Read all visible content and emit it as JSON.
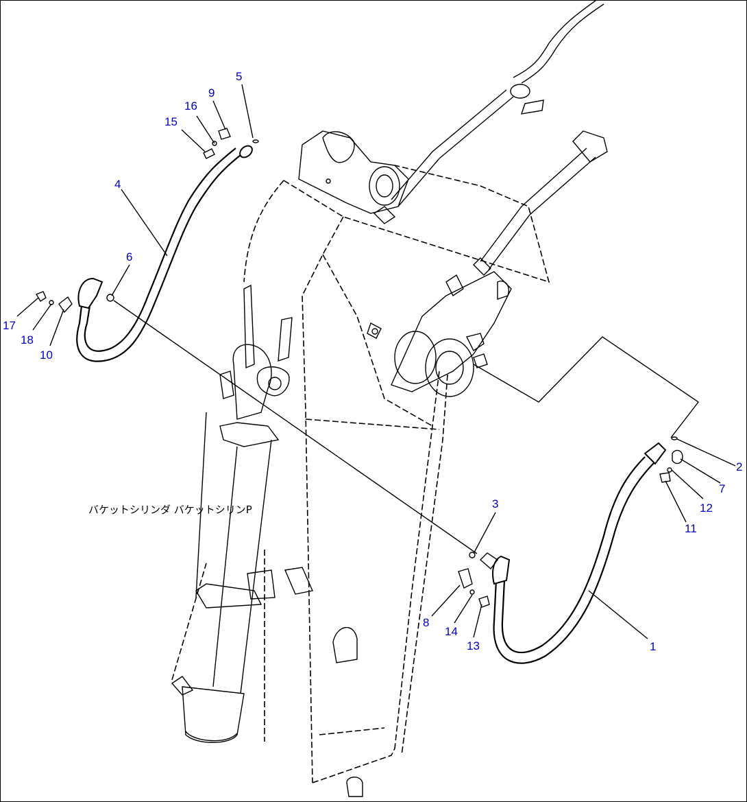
{
  "diagram": {
    "bucket_cylinder_label": "バケットシリンダ  バケットシリンP",
    "callouts": [
      {
        "id": "c1",
        "text": "1"
      },
      {
        "id": "c2",
        "text": "2"
      },
      {
        "id": "c3",
        "text": "3"
      },
      {
        "id": "c4",
        "text": "4"
      },
      {
        "id": "c5",
        "text": "5"
      },
      {
        "id": "c6",
        "text": "6"
      },
      {
        "id": "c7",
        "text": "7"
      },
      {
        "id": "c8",
        "text": "8"
      },
      {
        "id": "c9",
        "text": "9"
      },
      {
        "id": "c10",
        "text": "10"
      },
      {
        "id": "c11",
        "text": "11"
      },
      {
        "id": "c12",
        "text": "12"
      },
      {
        "id": "c13",
        "text": "13"
      },
      {
        "id": "c14",
        "text": "14"
      },
      {
        "id": "c15",
        "text": "15"
      },
      {
        "id": "c16",
        "text": "16"
      },
      {
        "id": "c17",
        "text": "17"
      },
      {
        "id": "c18",
        "text": "18"
      }
    ],
    "callout_color": "#0000cc",
    "line_color": "#000000"
  }
}
